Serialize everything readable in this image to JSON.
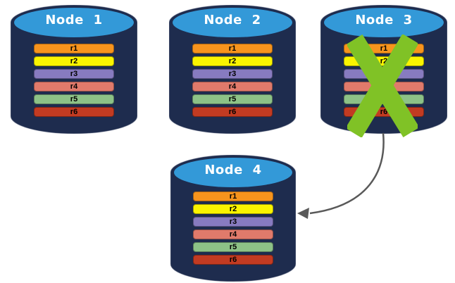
{
  "nodes": [
    {
      "id": "node-1",
      "label": "Node 1",
      "failed": false,
      "rows": [
        {
          "label": "r1",
          "color": "#F7941D"
        },
        {
          "label": "r2",
          "color": "#FAF400"
        },
        {
          "label": "r3",
          "color": "#877BC0"
        },
        {
          "label": "r4",
          "color": "#E07A6B"
        },
        {
          "label": "r5",
          "color": "#8DC287"
        },
        {
          "label": "r6",
          "color": "#C23B22"
        }
      ]
    },
    {
      "id": "node-2",
      "label": "Node 2",
      "failed": false,
      "rows": [
        {
          "label": "r1",
          "color": "#F7941D"
        },
        {
          "label": "r2",
          "color": "#FAF400"
        },
        {
          "label": "r3",
          "color": "#877BC0"
        },
        {
          "label": "r4",
          "color": "#E07A6B"
        },
        {
          "label": "r5",
          "color": "#8DC287"
        },
        {
          "label": "r6",
          "color": "#C23B22"
        }
      ]
    },
    {
      "id": "node-3",
      "label": "Node 3",
      "failed": true,
      "rows": [
        {
          "label": "r1",
          "color": "#F7941D"
        },
        {
          "label": "r2",
          "color": "#FAF400"
        },
        {
          "label": "r3",
          "color": "#877BC0"
        },
        {
          "label": "r4",
          "color": "#E07A6B"
        },
        {
          "label": "r5",
          "color": "#8DC287"
        },
        {
          "label": "r6",
          "color": "#C23B22"
        }
      ]
    },
    {
      "id": "node-4",
      "label": "Node 4",
      "failed": false,
      "rows": [
        {
          "label": "r1",
          "color": "#F7941D"
        },
        {
          "label": "r2",
          "color": "#FAF400"
        },
        {
          "label": "r3",
          "color": "#877BC0"
        },
        {
          "label": "r4",
          "color": "#E07A6B"
        },
        {
          "label": "r5",
          "color": "#8DC287"
        },
        {
          "label": "r6",
          "color": "#C23B22"
        }
      ]
    }
  ],
  "colors": {
    "cylinder_body": "#1E2C4E",
    "cylinder_top": "#3399D8",
    "node_label_text": "#FFFFFF",
    "row_text": "#000000",
    "x_mark": "#80C226",
    "arrow": "#595959",
    "background": "#FFFFFF"
  }
}
